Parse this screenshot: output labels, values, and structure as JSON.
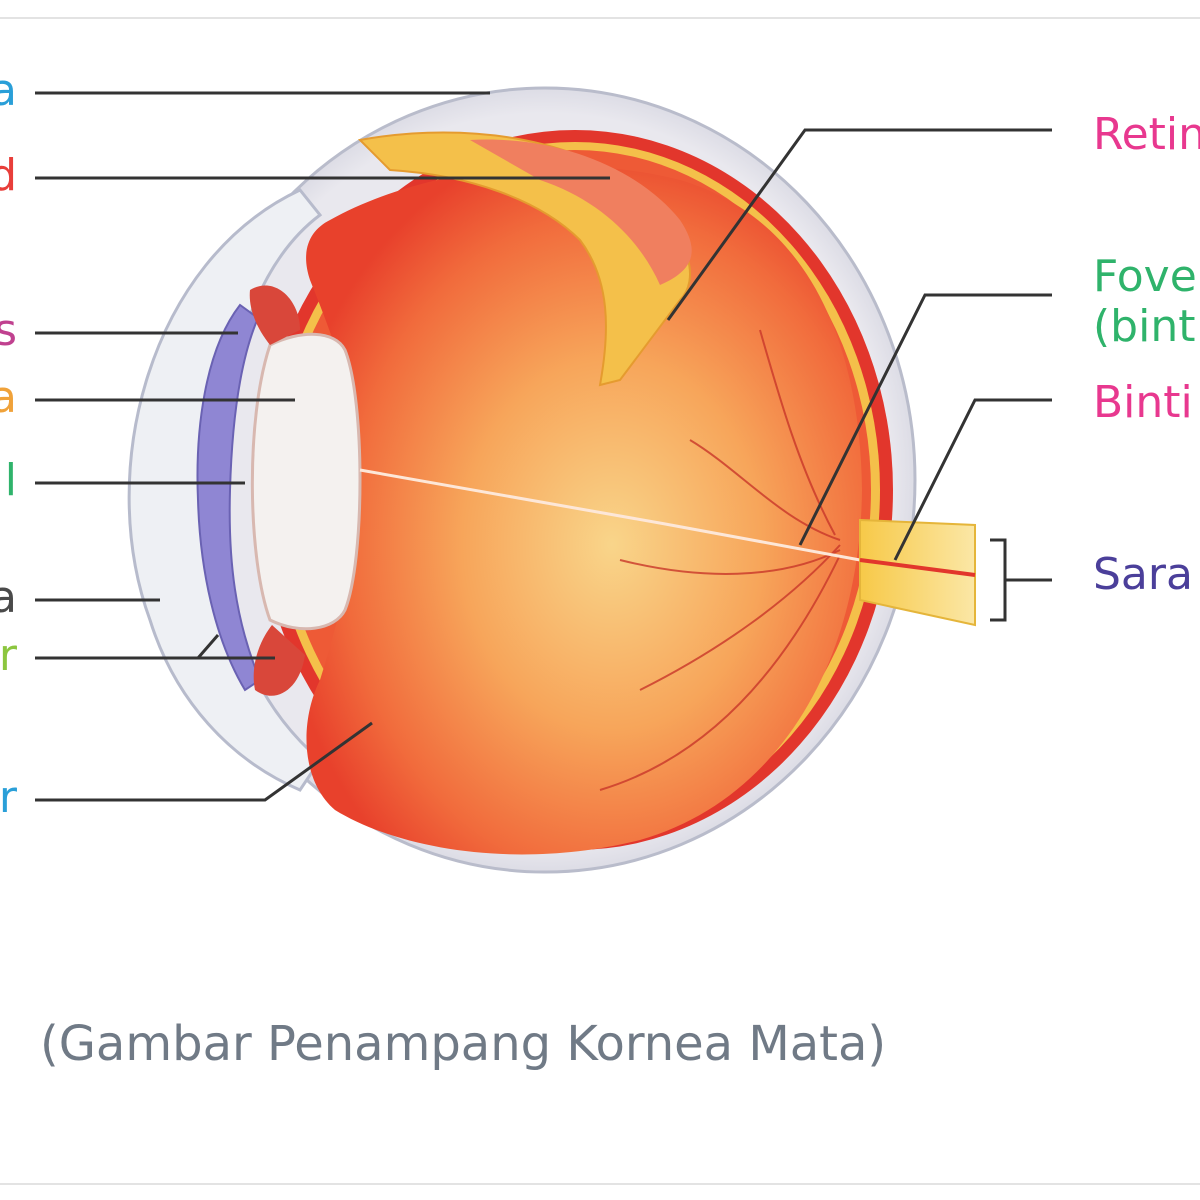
{
  "labels": {
    "left": [
      {
        "text": "a",
        "color": "#2a9fd8"
      },
      {
        "text": "d",
        "color": "#e83e3a"
      },
      {
        "text": "s",
        "color": "#c0418f"
      },
      {
        "text": "a",
        "color": "#f0a23a"
      },
      {
        "text": "l",
        "color": "#2fb36b"
      },
      {
        "text": "a",
        "color": "#4a4a4a"
      },
      {
        "text": "r",
        "color": "#8cc63f"
      },
      {
        "text": "r",
        "color": "#2a9fd8"
      }
    ],
    "right": [
      {
        "text": "Retin",
        "color": "#e8388f"
      },
      {
        "text": "Fover",
        "color": "#2fb36b"
      },
      {
        "text": "(bint",
        "color": "#2fb36b"
      },
      {
        "text": "Binti",
        "color": "#e8388f"
      },
      {
        "text": "Sara",
        "color": "#4b3f9a"
      }
    ]
  },
  "caption": "(Gambar Penampang Kornea Mata)"
}
